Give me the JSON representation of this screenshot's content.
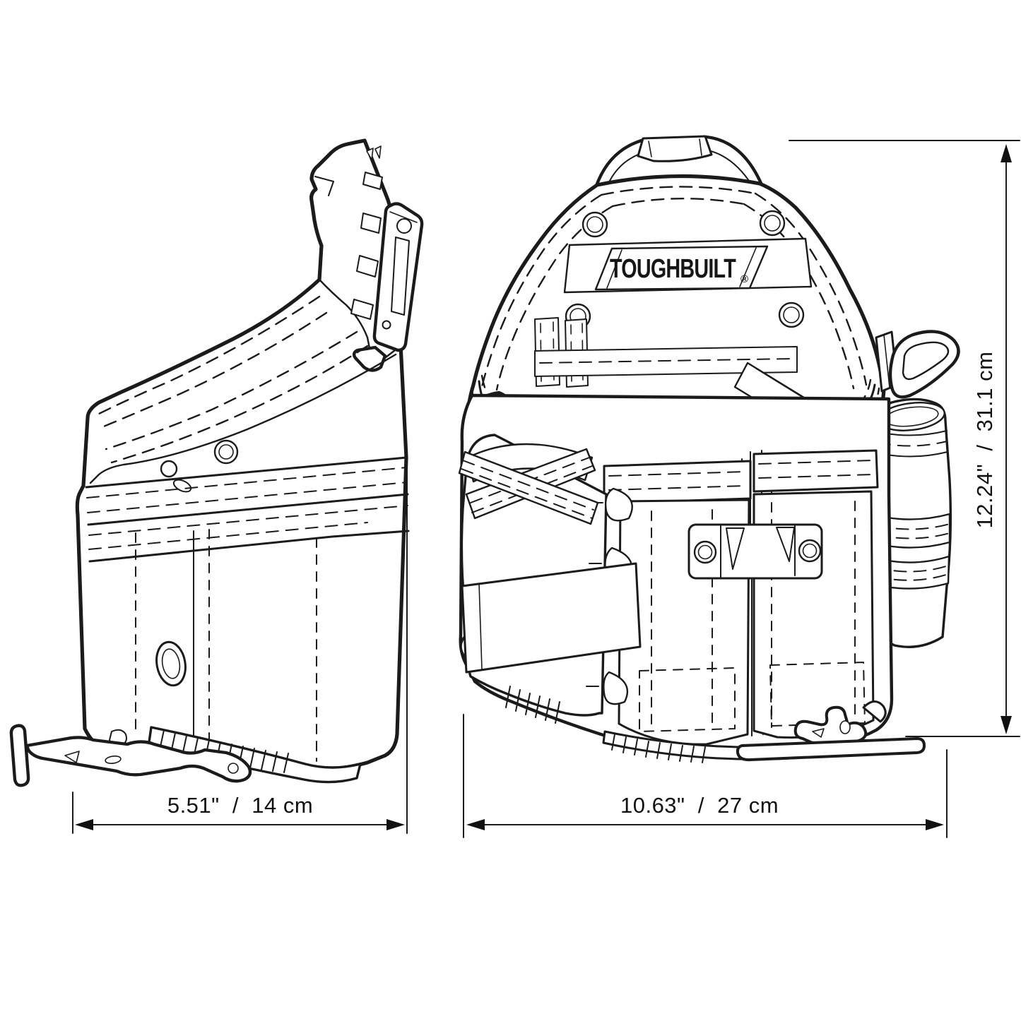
{
  "page": {
    "background_color": "#ffffff",
    "line_color": "#1b1b1b"
  },
  "brand": {
    "logo_text": "TOUGHBUILT",
    "registered_mark": "®"
  },
  "dimensions": {
    "side_width": {
      "label": "5.51\"  /  14 cm"
    },
    "front_width": {
      "label": "10.63\"  /  27 cm"
    },
    "front_height": {
      "label": "12.24\"  /  31.1 cm"
    }
  }
}
